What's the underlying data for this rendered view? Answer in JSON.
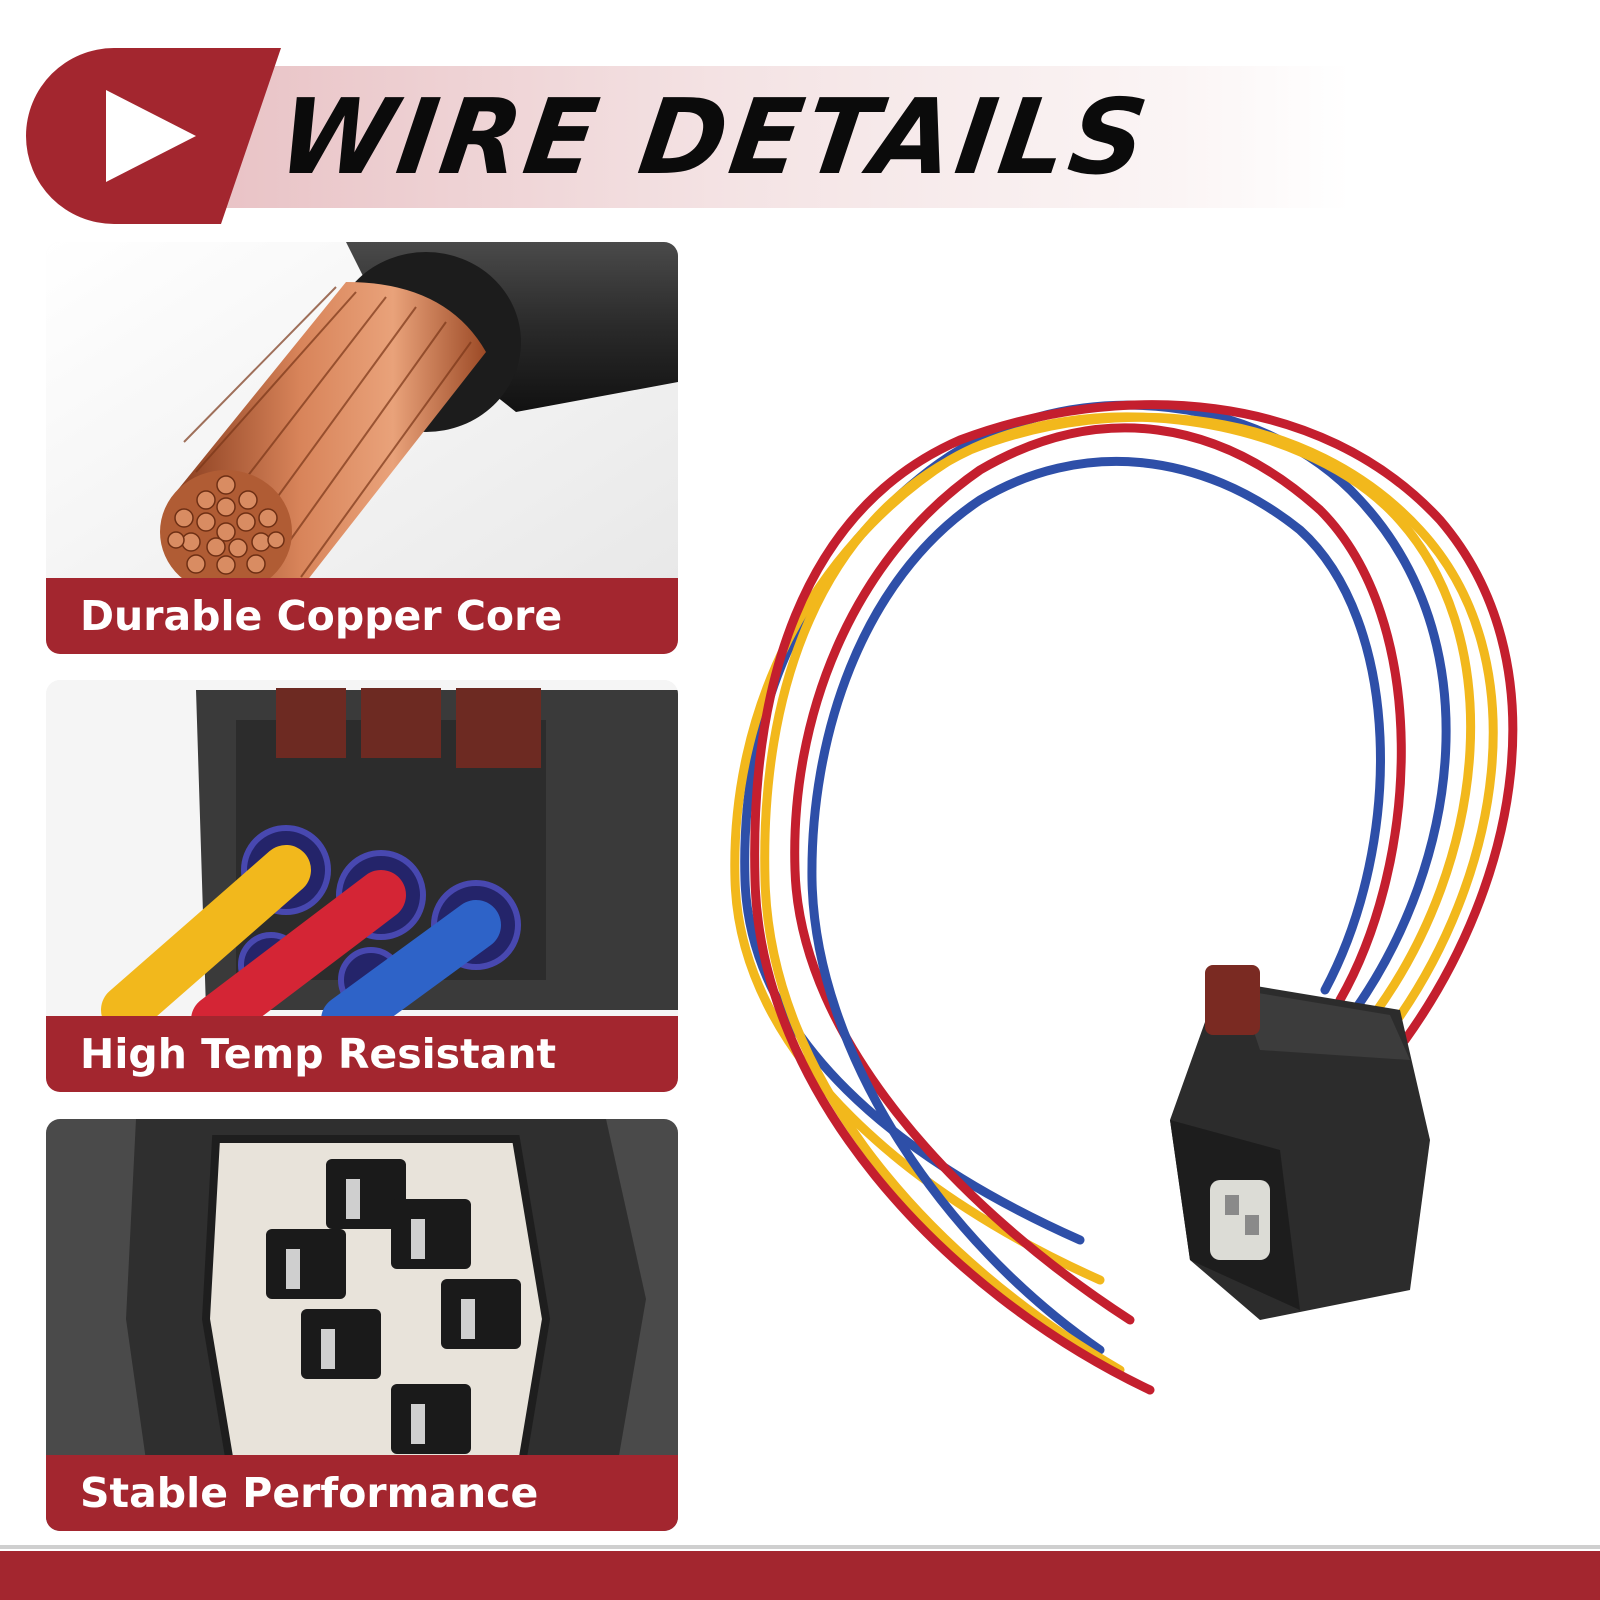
{
  "header": {
    "title": "WIRE DETAILS",
    "play_icon": "play-icon"
  },
  "features": [
    {
      "label": "Durable Copper Core",
      "image": "copper-wire-core-photo"
    },
    {
      "label": "High Temp Resistant",
      "image": "connector-wire-seals-photo"
    },
    {
      "label": "Stable Performance",
      "image": "connector-terminals-photo"
    }
  ],
  "product": {
    "image": "wire-harness-connector-photo",
    "wire_colors": [
      "#2e4fa8",
      "#f2b81c",
      "#c41f2e"
    ]
  },
  "colors": {
    "brand_red": "#a3262f",
    "header_band": "#f1d8da",
    "copper": "#c8704a"
  }
}
